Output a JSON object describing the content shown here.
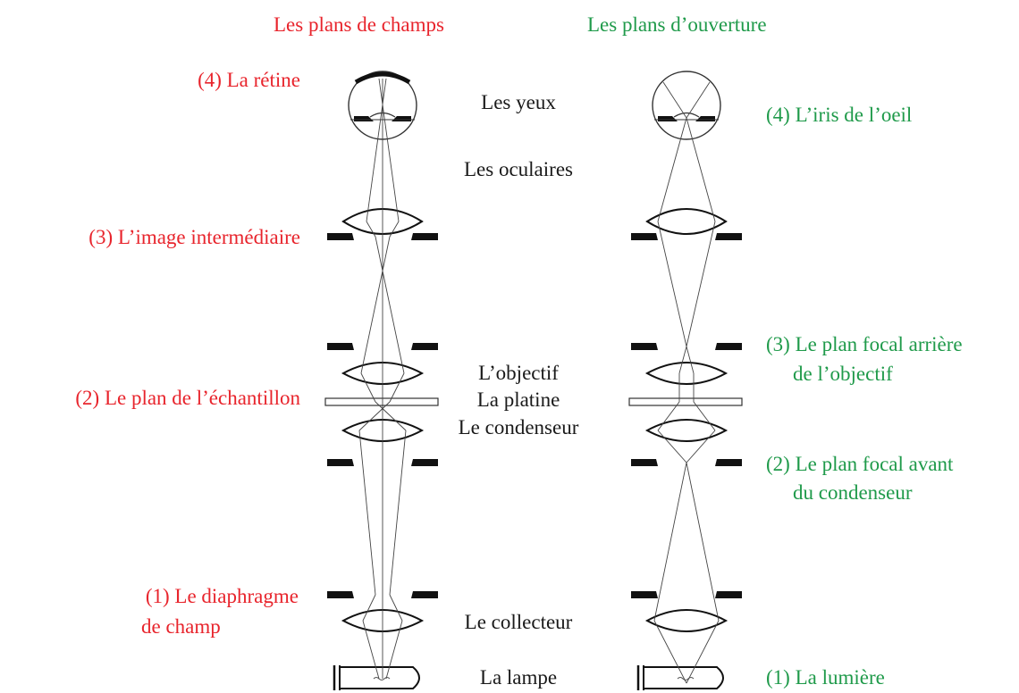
{
  "headings": {
    "field_planes": "Les plans de champs",
    "aperture_planes": "Les plans d’ouverture"
  },
  "field_planes": {
    "p4": "(4) La rétine",
    "p3": "(3) L’image intermédiaire",
    "p2": "(2) Le plan de l’échantillon",
    "p1_line1": "(1) Le diaphragme",
    "p1_line2": "de champ"
  },
  "components": {
    "eyes": "Les yeux",
    "eyepieces": "Les oculaires",
    "objective": "L’objectif",
    "stage": "La platine",
    "condenser": "Le condenseur",
    "collector": "Le collecteur",
    "lamp": "La lampe"
  },
  "aperture_planes": {
    "p4": "(4) L’iris de l’oeil",
    "p3_line1": "(3) Le plan focal arrière",
    "p3_line2": "de l’objectif",
    "p2_line1": "(2) Le plan focal avant",
    "p2_line2": "du condenseur",
    "p1": "(1) La lumière"
  },
  "colors": {
    "field": "#e8242c",
    "aperture": "#1f9a4a",
    "neutral": "#1a1a1a"
  }
}
